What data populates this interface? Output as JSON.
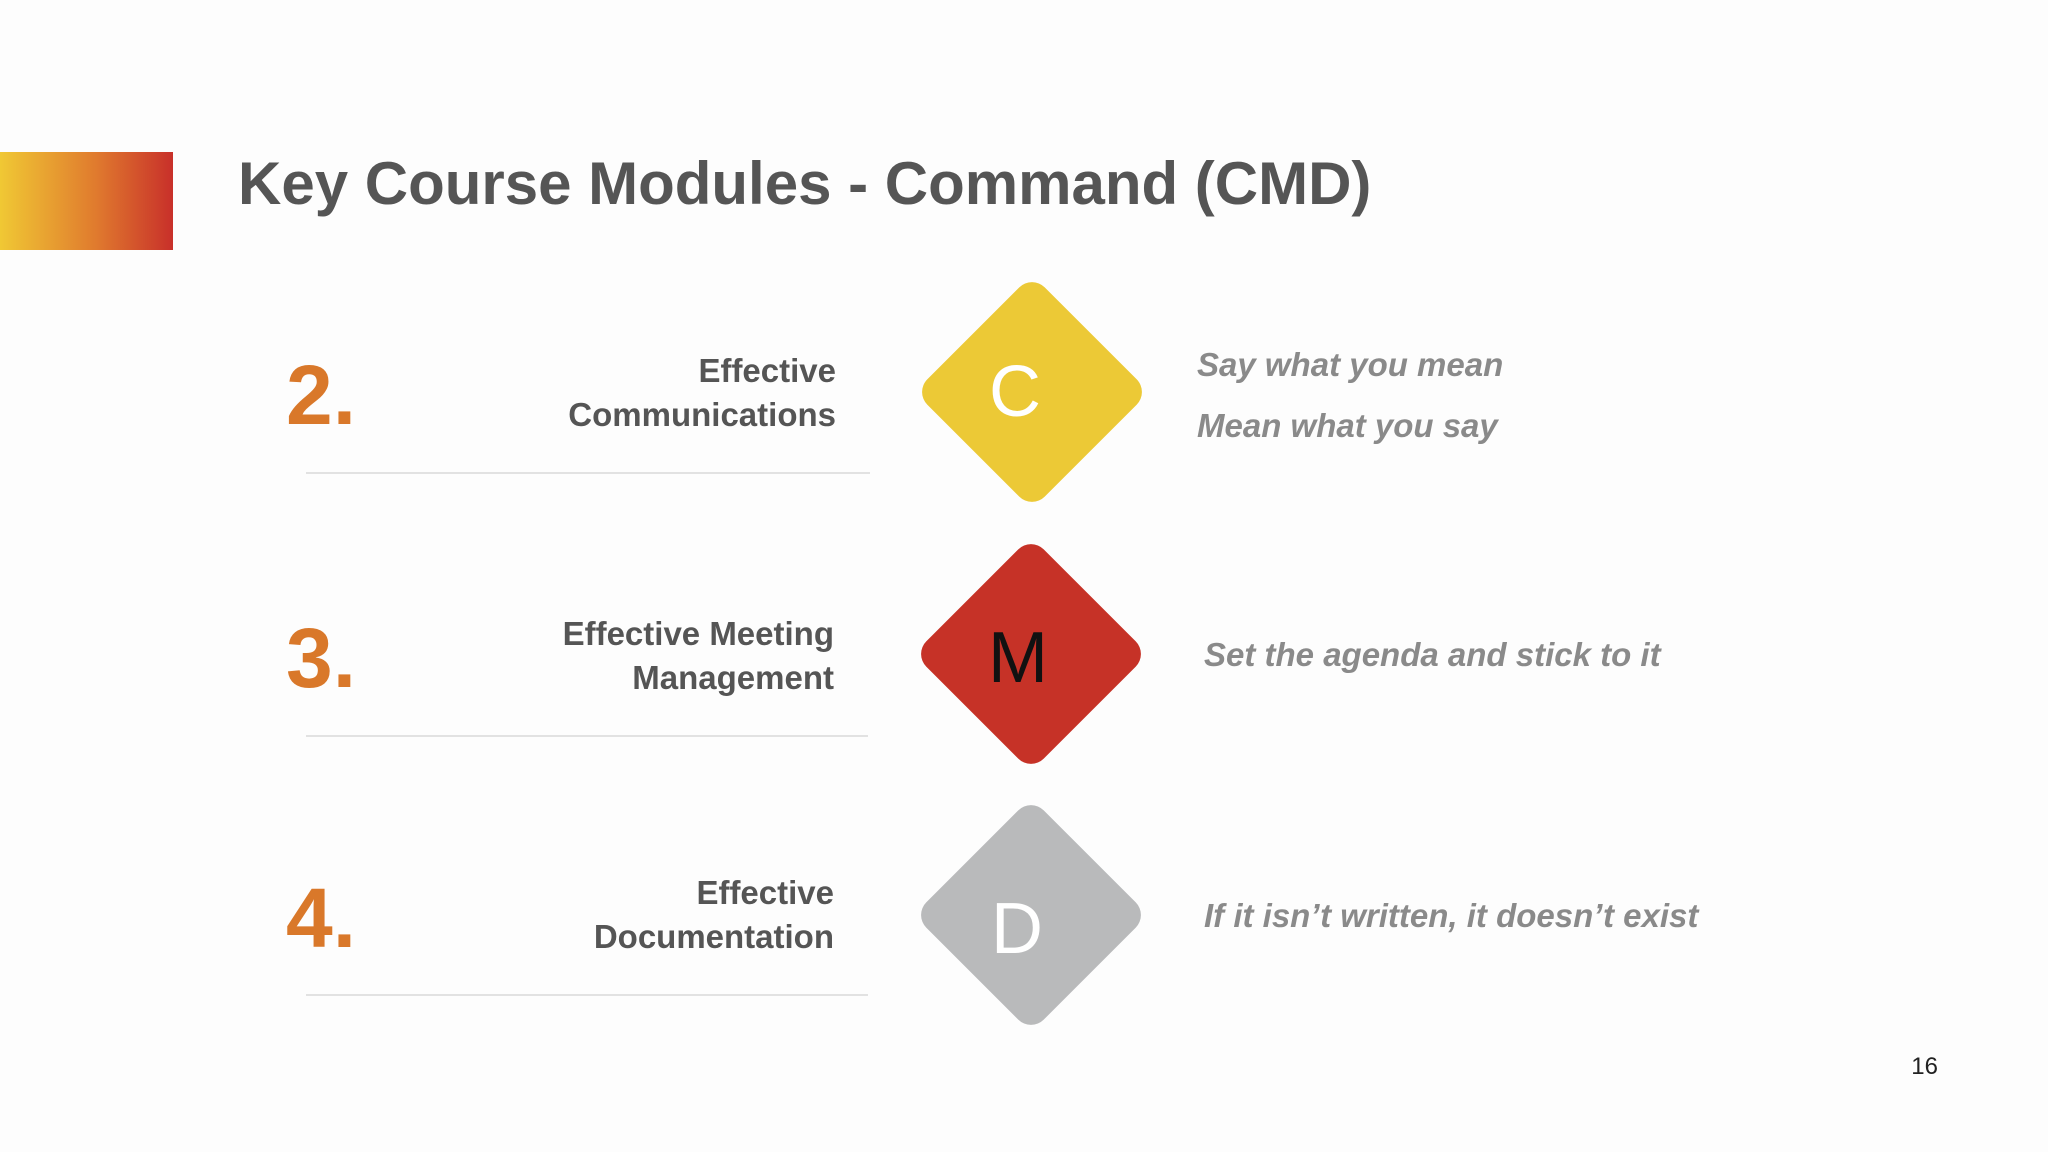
{
  "title": "Key Course Modules - Command (CMD)",
  "colors": {
    "accent_gradient_start": "#f0c834",
    "accent_gradient_mid": "#e07b2e",
    "accent_gradient_end": "#c8302a",
    "number_orange": "#d9782a",
    "diamond_c": "#ecc936",
    "diamond_m": "#c63227",
    "diamond_d": "#b9babb"
  },
  "modules": [
    {
      "number": "2.",
      "name_line1": "Effective",
      "name_line2": "Communications",
      "letter": "C",
      "letter_color": "#ffffff",
      "taglines": [
        "Say what you mean",
        "Mean what you say"
      ]
    },
    {
      "number": "3.",
      "name_line1": "Effective Meeting",
      "name_line2": "Management",
      "letter": "M",
      "letter_color": "#111111",
      "taglines": [
        "Set the agenda and stick to it"
      ]
    },
    {
      "number": "4.",
      "name_line1": "Effective",
      "name_line2": "Documentation",
      "letter": "D",
      "letter_color": "#ffffff",
      "taglines": [
        "If it isn’t written, it doesn’t exist"
      ]
    }
  ],
  "page_number": "16"
}
